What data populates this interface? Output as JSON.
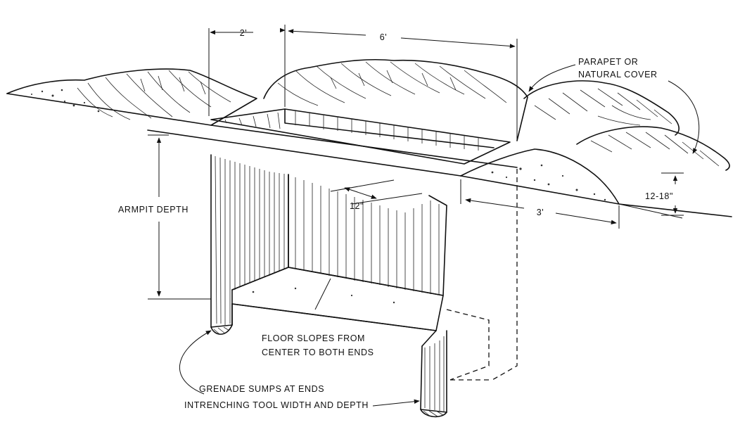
{
  "labels": {
    "dim_2ft": "2'",
    "dim_6ft": "6'",
    "dim_12in": "12\"",
    "dim_3ft": "3'",
    "dim_12_18in": "12-18\"",
    "parapet_line1": "PARAPET OR",
    "parapet_line2": "NATURAL COVER",
    "armpit_depth": "ARMPIT DEPTH",
    "floor_line1": "FLOOR SLOPES FROM",
    "floor_line2": "CENTER TO BOTH ENDS",
    "sump_line1": "GRENADE SUMPS AT ENDS",
    "sump_line2": "INTRENCHING TOOL WIDTH AND DEPTH"
  },
  "colors": {
    "ink": "#111111",
    "paper": "#ffffff"
  }
}
